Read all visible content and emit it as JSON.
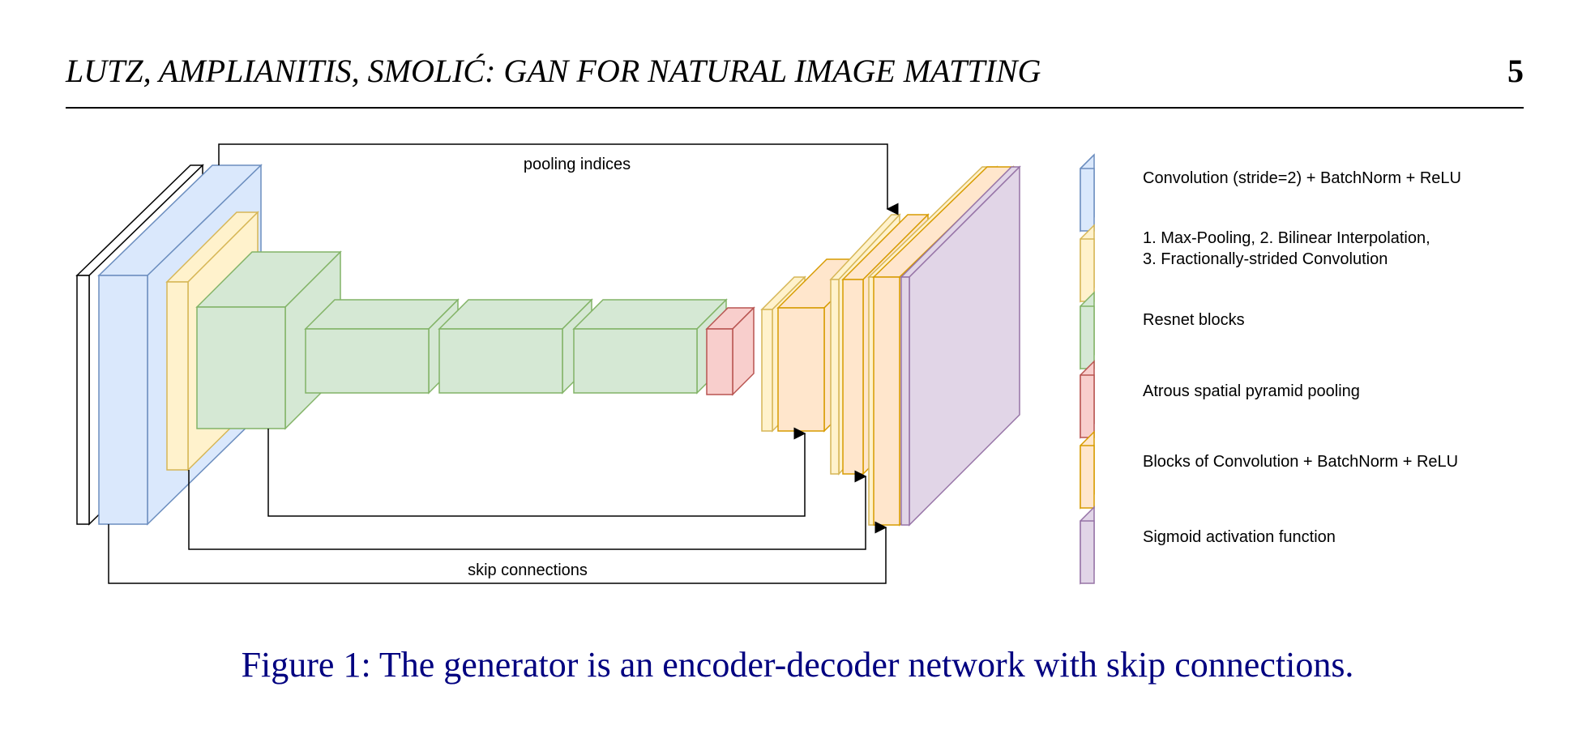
{
  "header": {
    "running_title": "LUTZ, AMPLIANITIS, SMOLIĆ: GAN FOR NATURAL IMAGE MATTING",
    "page_number": "5"
  },
  "figure": {
    "top_label": "pooling indices",
    "bottom_label": "skip connections",
    "legend": [
      {
        "lines": [
          "Convolution (stride=2) + BatchNorm + ReLU"
        ],
        "color": "#dae8fc"
      },
      {
        "lines": [
          "1. Max-Pooling, 2. Bilinear Interpolation,",
          "3. Fractionally-strided Convolution"
        ],
        "color": "#fff2cc"
      },
      {
        "lines": [
          "Resnet blocks"
        ],
        "color": "#d5e8d4"
      },
      {
        "lines": [
          "Atrous spatial pyramid pooling"
        ],
        "color": "#f8cecc"
      },
      {
        "lines": [
          "Blocks of Convolution + BatchNorm + ReLU"
        ],
        "color": "#ffe6cc"
      },
      {
        "lines": [
          "Sigmoid activation function"
        ],
        "color": "#e1d5e7"
      }
    ]
  },
  "caption": "Figure 1: The generator is an encoder-decoder network with skip connections."
}
